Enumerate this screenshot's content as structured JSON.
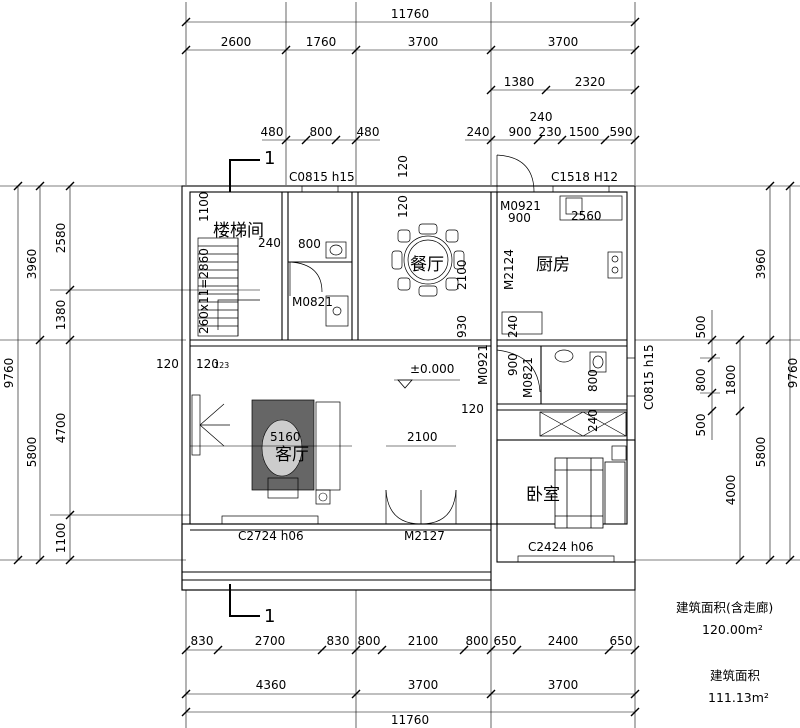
{
  "dimensions": {
    "top_total": "11760",
    "top_row1": [
      "2600",
      "1760",
      "3700",
      "3700"
    ],
    "top_row2": [
      "1380",
      "2320"
    ],
    "top_240": "240",
    "top_row3_left": [
      "480",
      "800",
      "480"
    ],
    "top_row3_right": [
      "240",
      "900",
      "230",
      "1500",
      "590"
    ],
    "bottom_total": "11760",
    "bottom_row2": [
      "4360",
      "3700",
      "3700"
    ],
    "bottom_row1": [
      "830",
      "2700",
      "830",
      "800",
      "2100",
      "800",
      "650",
      "2400",
      "650"
    ],
    "left_total": "9760",
    "left_outer": [
      "3960",
      "5800"
    ],
    "left_inner": [
      "2580",
      "1380",
      "4700",
      "1100"
    ],
    "right_total": "9760",
    "right_outer": [
      "3960",
      "5800"
    ],
    "right_inner": [
      "500",
      "1800",
      "500",
      "4000"
    ],
    "right_window": [
      "800"
    ],
    "interior": {
      "stair_1100": "1100",
      "stair_run": "260x11=2860",
      "d240": "240",
      "d800": "800",
      "d120_a": "120",
      "d120_b": "120",
      "d120_c": "120",
      "d120_d": "120",
      "d120_e": "120",
      "d2124": "M2124",
      "d900_top": "900",
      "d2560": "2560",
      "d930": "930",
      "d240_b": "240",
      "d900_b": "900",
      "d800_b": "800",
      "d240_c": "240",
      "d2100": "2100",
      "d5160": "5160",
      "d2100_vert": "2100",
      "d123": "123",
      "elev": "±0.000"
    }
  },
  "labels": {
    "section_mark": "1",
    "section_mark_bottom": "1",
    "window_top_left": "C0815  h15",
    "window_top_right": "C1518  H12",
    "door_m0921_top": "M0921",
    "door_m0821_left": "M0821",
    "door_m0921_mid": "M0921",
    "door_m0821_mid": "M0821",
    "window_right": "C0815  h15",
    "window_bottom_left": "C2724  h06",
    "door_bottom": "M2127",
    "window_bottom_right": "C2424  h06"
  },
  "rooms": {
    "stair": "楼梯间",
    "dining": "餐厅",
    "kitchen": "厨房",
    "living": "客厅",
    "bedroom": "卧室"
  },
  "area": {
    "label1": "建筑面积(含走廊)",
    "value1": "120.00m²",
    "label2": "建筑面积",
    "value2": "111.13m²"
  }
}
